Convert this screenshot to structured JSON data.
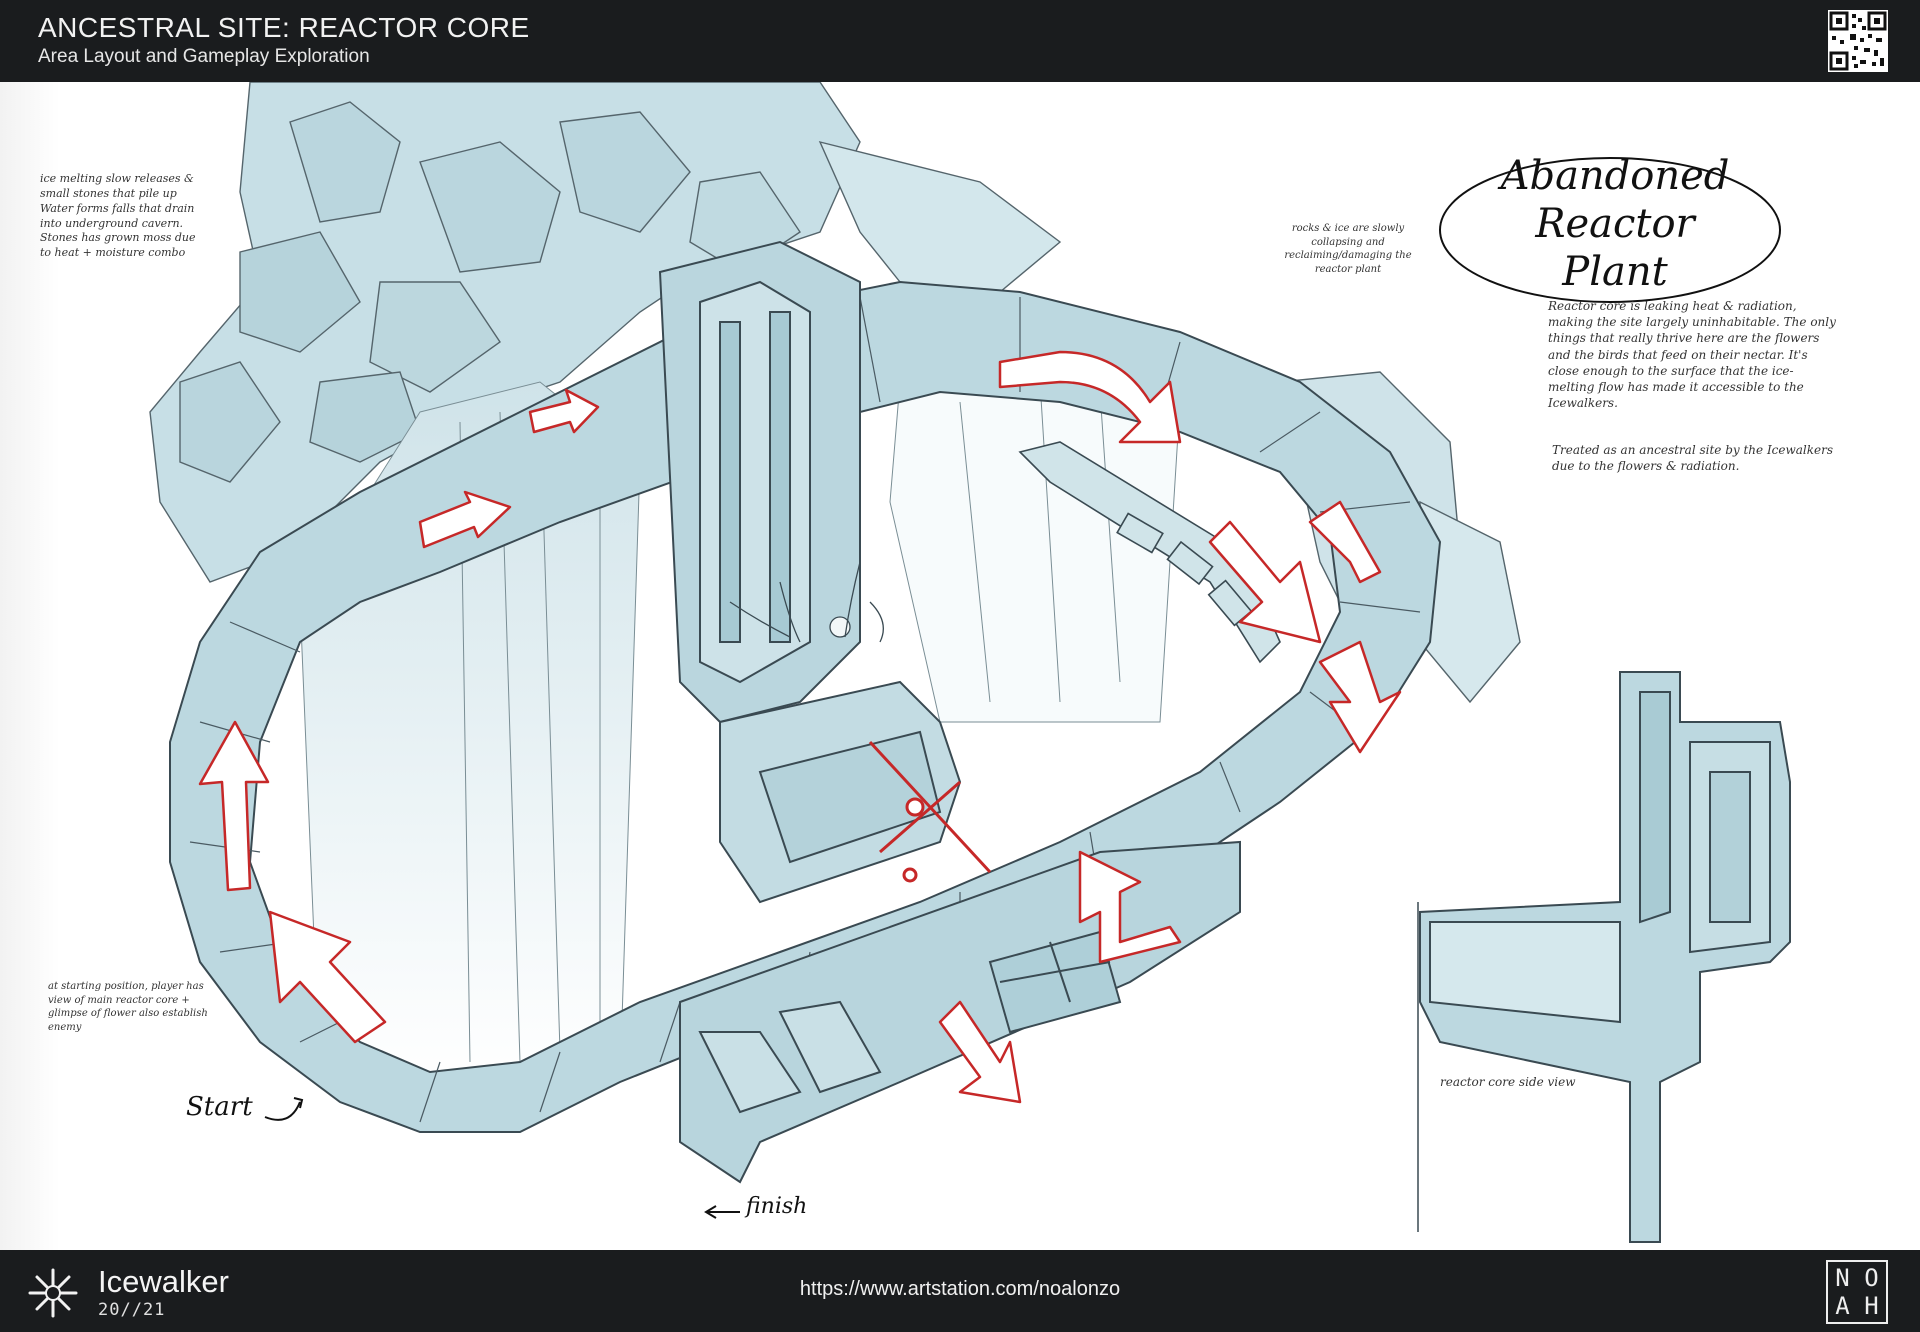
{
  "header": {
    "title": "ANCESTRAL SITE: REACTOR CORE",
    "subtitle": "Area Layout and Gameplay Exploration"
  },
  "notes": {
    "ice_melting": "ice melting slow releases & small stones that pile up Water forms falls that drain into underground cavern. Stones has grown moss due to heat + moisture combo",
    "rocks_ice": "rocks & ice are slowly collapsing and reclaiming/damaging the reactor plant",
    "plant_title": "Abandoned Reactor Plant",
    "reactor_desc_1": "Reactor core is leaking heat & radiation, making the site largely uninhabitable. The only things that really thrive here are the flowers and the birds that feed on their nectar. It's close enough to the surface that the ice-melting flow has made it accessible to the Icewalkers.",
    "reactor_desc_2": "Treated as an ancestral site by the Icewalkers due to the flowers & radiation.",
    "starting_position": "at starting position, player has view of main reactor core + glimpse of flower also establish enemy",
    "start_label": "Start",
    "finish_label": "finish",
    "side_view": "reactor core side view"
  },
  "footer": {
    "brand": "Icewalker",
    "page": "20//21",
    "url": "https://www.artstation.com/noalonzo",
    "logo_letters": [
      "N",
      "O",
      "A",
      "H"
    ]
  },
  "colors": {
    "bar": "#1a1c1e",
    "ice": "#bcd8e0",
    "ice_light": "#dcebef",
    "line": "#3a4a52",
    "arrow_fill": "#ffffff",
    "arrow_stroke": "#c62828"
  },
  "icons": [
    "qr-code-icon",
    "snowflake-logo-icon",
    "noah-logo-icon"
  ]
}
